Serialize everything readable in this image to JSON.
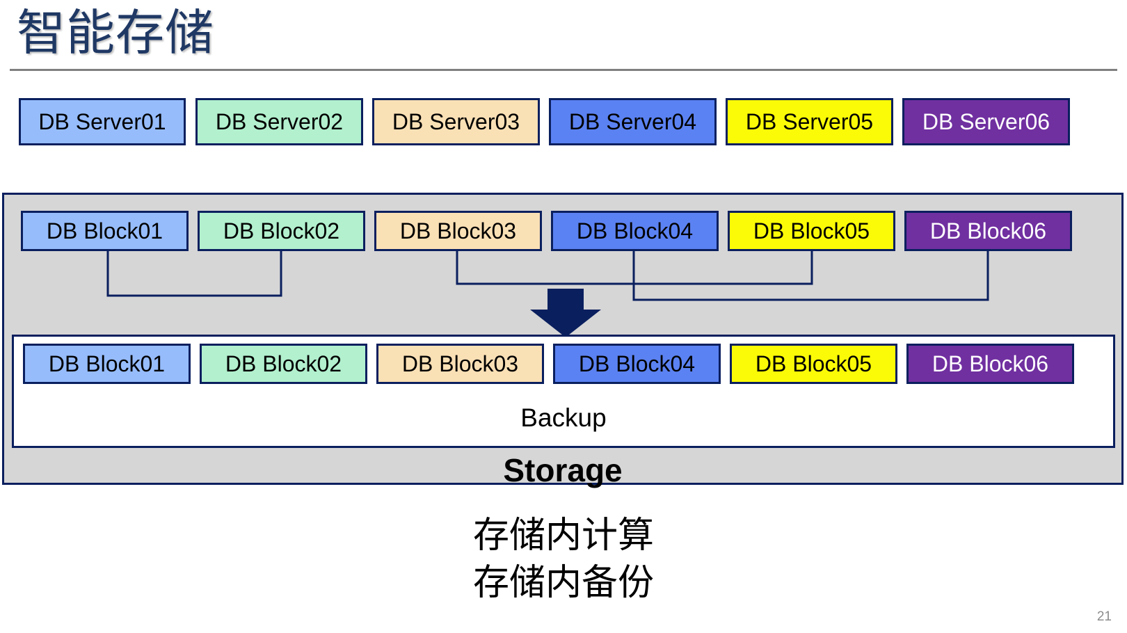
{
  "slide": {
    "title": "智能存储",
    "page_number": "21",
    "colors": {
      "title_text": "#1F3864",
      "rule": "#808080",
      "border": "#0A1F5E",
      "panel_bg": "#D6D6D6",
      "backup_bg": "#FFFFFF",
      "arrow": "#0A1F5E",
      "page_number": "#8C8C8C"
    }
  },
  "server_row": {
    "name": "db-server-row",
    "items": [
      {
        "label": "DB Server01",
        "color": "#96BCFC",
        "text_color": "#000000"
      },
      {
        "label": "DB Server02",
        "color": "#B2F0CE",
        "text_color": "#000000"
      },
      {
        "label": "DB Server03",
        "color": "#FAE0B5",
        "text_color": "#000000"
      },
      {
        "label": "DB Server04",
        "color": "#5B82F2",
        "text_color": "#000000"
      },
      {
        "label": "DB Server05",
        "color": "#FBFB07",
        "text_color": "#000000"
      },
      {
        "label": "DB Server06",
        "color": "#7030A0",
        "text_color": "#FFFFFF"
      }
    ]
  },
  "storage": {
    "label": "Storage",
    "primary_blocks": [
      {
        "label": "DB Block01",
        "color": "#96BCFC",
        "text_color": "#000000"
      },
      {
        "label": "DB Block02",
        "color": "#B2F0CE",
        "text_color": "#000000"
      },
      {
        "label": "DB Block03",
        "color": "#FAE0B5",
        "text_color": "#000000"
      },
      {
        "label": "DB Block04",
        "color": "#5B82F2",
        "text_color": "#000000"
      },
      {
        "label": "DB Block05",
        "color": "#FBFB07",
        "text_color": "#000000"
      },
      {
        "label": "DB Block06",
        "color": "#7030A0",
        "text_color": "#FFFFFF"
      }
    ],
    "backup": {
      "label": "Backup",
      "blocks": [
        {
          "label": "DB Block01",
          "color": "#96BCFC",
          "text_color": "#000000"
        },
        {
          "label": "DB Block02",
          "color": "#B2F0CE",
          "text_color": "#000000"
        },
        {
          "label": "DB Block03",
          "color": "#FAE0B5",
          "text_color": "#000000"
        },
        {
          "label": "DB Block04",
          "color": "#5B82F2",
          "text_color": "#000000"
        },
        {
          "label": "DB Block05",
          "color": "#FBFB07",
          "text_color": "#000000"
        },
        {
          "label": "DB Block06",
          "color": "#7030A0",
          "text_color": "#FFFFFF"
        }
      ]
    }
  },
  "caption": {
    "line1": "存储内计算",
    "line2": "存储内备份"
  }
}
